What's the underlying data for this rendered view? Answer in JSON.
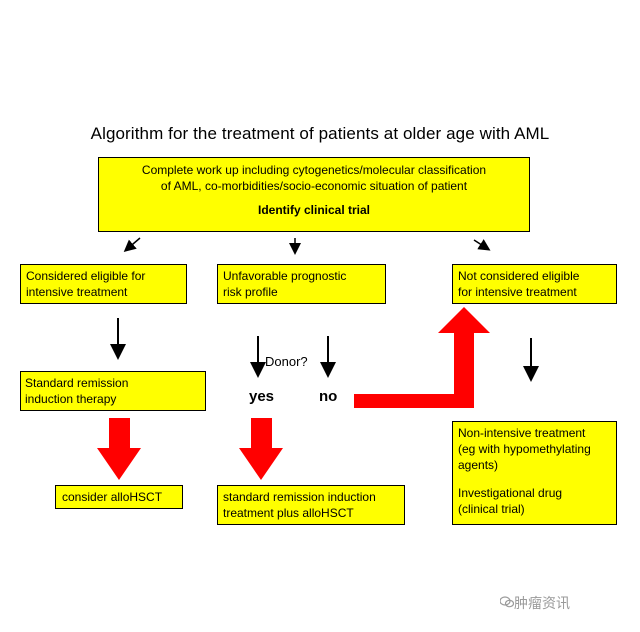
{
  "title": "Algorithm  for the treatment of patients at older age with AML",
  "top_box": {
    "line1": "Complete work up including cytogenetics/molecular classification",
    "line2": "of AML, co-morbidities/socio-economic situation of patient",
    "trial": "Identify clinical trial"
  },
  "eligible_box": {
    "line1": "Considered eligible for",
    "line2": "intensive treatment"
  },
  "unfavorable_box": {
    "line1": "Unfavorable prognostic",
    "line2": "risk profile"
  },
  "not_eligible_box": {
    "line1": "Not considered eligible",
    "line2": "for intensive treatment"
  },
  "standard_box": {
    "line1": "Standard remission",
    "line2": "induction therapy"
  },
  "allo_box": {
    "line1": "consider alloHSCT"
  },
  "sri_box": {
    "line1": "standard remission induction",
    "line2": "treatment plus alloHSCT"
  },
  "nonintensive_box": {
    "line1": "Non-intensive treatment",
    "line2": "(eg with hypomethylating",
    "line3": "agents)",
    "line4": "Investigational drug",
    "line5": "(clinical trial)"
  },
  "donor_label": "Donor?",
  "yes_label": "yes",
  "no_label": "no",
  "watermark": "肿瘤资讯",
  "colors": {
    "box_fill": "#ffff00",
    "thick_arrow": "#ff0000",
    "thin_arrow": "#000000"
  }
}
